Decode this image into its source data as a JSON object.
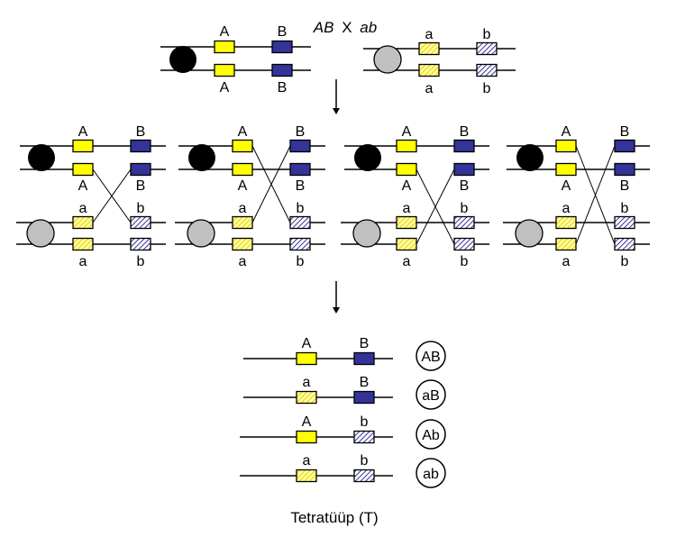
{
  "title": "AB X ab",
  "title_parts": {
    "left": "AB",
    "x": "X",
    "right": "ab"
  },
  "colors": {
    "dominant_a": "#ffff00",
    "recessive_a": "#ffff99",
    "dominant_b": "#333399",
    "recessive_b": "#ffffff",
    "hatch_b": "#333399",
    "hatch_a": "#e8d000",
    "centromere_parent1": "#000000",
    "centromere_parent2": "#c0c0c0",
    "line": "#000000"
  },
  "parents": [
    {
      "name": "parent-AB",
      "centromere": "black",
      "chromatids": [
        {
          "gene_a": "A",
          "gene_b": "B"
        },
        {
          "gene_a": "A",
          "gene_b": "B"
        }
      ]
    },
    {
      "name": "parent-ab",
      "centromere": "gray",
      "chromatids": [
        {
          "gene_a": "a",
          "gene_b": "b"
        },
        {
          "gene_a": "a",
          "gene_b": "b"
        }
      ]
    }
  ],
  "crossover_panels": [
    {
      "top_labels": [
        "A",
        "B"
      ],
      "mid_labels_upper": [
        "A",
        "B"
      ],
      "mid_labels_lower": [
        "a",
        "b"
      ],
      "bottom_labels": [
        "a",
        "b"
      ],
      "cross": {
        "from": "chromatid-2",
        "to": "chromatid-3"
      }
    },
    {
      "top_labels": [
        "A",
        "B"
      ],
      "mid_labels_upper": [
        "A",
        "B"
      ],
      "mid_labels_lower": [
        "a",
        "b"
      ],
      "bottom_labels": [
        "a",
        "b"
      ],
      "cross": {
        "from": "chromatid-1",
        "to": "chromatid-3"
      }
    },
    {
      "top_labels": [
        "A",
        "B"
      ],
      "mid_labels_upper": [
        "A",
        "B"
      ],
      "mid_labels_lower": [
        "a",
        "b"
      ],
      "bottom_labels": [
        "a",
        "b"
      ],
      "cross": {
        "from": "chromatid-2",
        "to": "chromatid-4"
      }
    },
    {
      "top_labels": [
        "A",
        "B"
      ],
      "mid_labels_upper": [
        "A",
        "B"
      ],
      "mid_labels_lower": [
        "a",
        "b"
      ],
      "bottom_labels": [
        "a",
        "b"
      ],
      "cross": {
        "from": "chromatid-1",
        "to": "chromatid-4"
      }
    }
  ],
  "products": [
    {
      "gene_a": "A",
      "gene_b": "B",
      "genotype": "AB"
    },
    {
      "gene_a": "a",
      "gene_b": "B",
      "genotype": "aB"
    },
    {
      "gene_a": "A",
      "gene_b": "b",
      "genotype": "Ab"
    },
    {
      "gene_a": "a",
      "gene_b": "b",
      "genotype": "ab"
    }
  ],
  "caption": "Tetratüüp (T)"
}
